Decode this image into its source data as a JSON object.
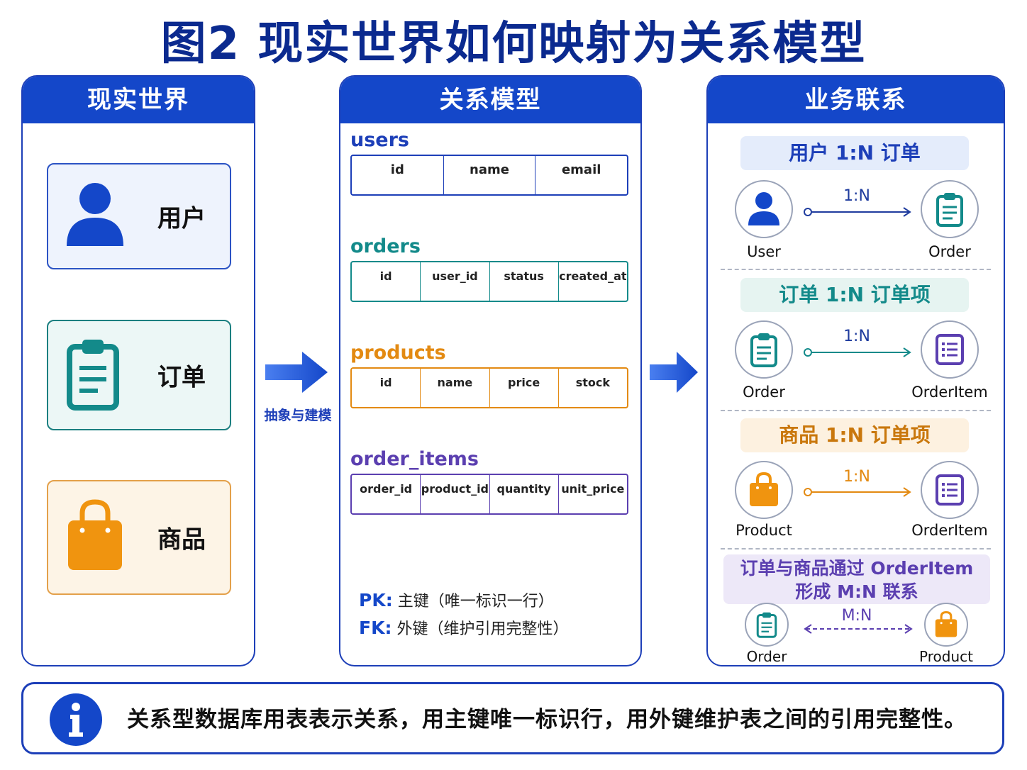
{
  "title": "图2 现实世界如何映射为关系模型",
  "panels": {
    "real_world": {
      "header": "现实世界",
      "entities": [
        {
          "label": "用户",
          "icon": "user-icon"
        },
        {
          "label": "订单",
          "icon": "clipboard-icon"
        },
        {
          "label": "商品",
          "icon": "shopping-bag-icon"
        }
      ]
    },
    "arrow_caption": "抽象与建模",
    "relational_model": {
      "header": "关系模型",
      "tables": [
        {
          "name": "users",
          "color": "#1d3fb8",
          "columns": [
            "id",
            "name",
            "email"
          ]
        },
        {
          "name": "orders",
          "color": "#138a8a",
          "columns": [
            "id",
            "user_id",
            "status",
            "created_at"
          ]
        },
        {
          "name": "products",
          "color": "#e38a12",
          "columns": [
            "id",
            "name",
            "price",
            "stock"
          ]
        },
        {
          "name": "order_items",
          "color": "#5b3fb0",
          "columns": [
            "order_id",
            "product_id",
            "quantity",
            "unit_price"
          ]
        }
      ],
      "legend": [
        {
          "key": "PK",
          "sep": ":",
          "text": "主键（唯一标识一行）"
        },
        {
          "key": "FK",
          "sep": ":",
          "text": "外键（维护引用完整性）"
        }
      ]
    },
    "relations": {
      "header": "业务联系",
      "items": [
        {
          "title": "用户 1:N 订单",
          "ratio": "1:N",
          "left": "User",
          "right": "Order"
        },
        {
          "title": "订单 1:N 订单项",
          "ratio": "1:N",
          "left": "Order",
          "right": "OrderItem"
        },
        {
          "title": "商品 1:N 订单项",
          "ratio": "1:N",
          "left": "Product",
          "right": "OrderItem"
        }
      ],
      "mn": {
        "title_line1": "订单与商品通过 OrderItem",
        "title_line2": "形成 M:N 联系",
        "ratio": "M:N",
        "left": "Order",
        "right": "Product"
      }
    }
  },
  "footer": {
    "icon": "info-icon",
    "text": "关系型数据库用表表示关系，用主键唯一标识行，用外键维护表之间的引用完整性。"
  },
  "colors": {
    "primary": "#1447c9",
    "teal": "#138a8a",
    "orange": "#f0940f",
    "purple": "#5b3fb0"
  }
}
